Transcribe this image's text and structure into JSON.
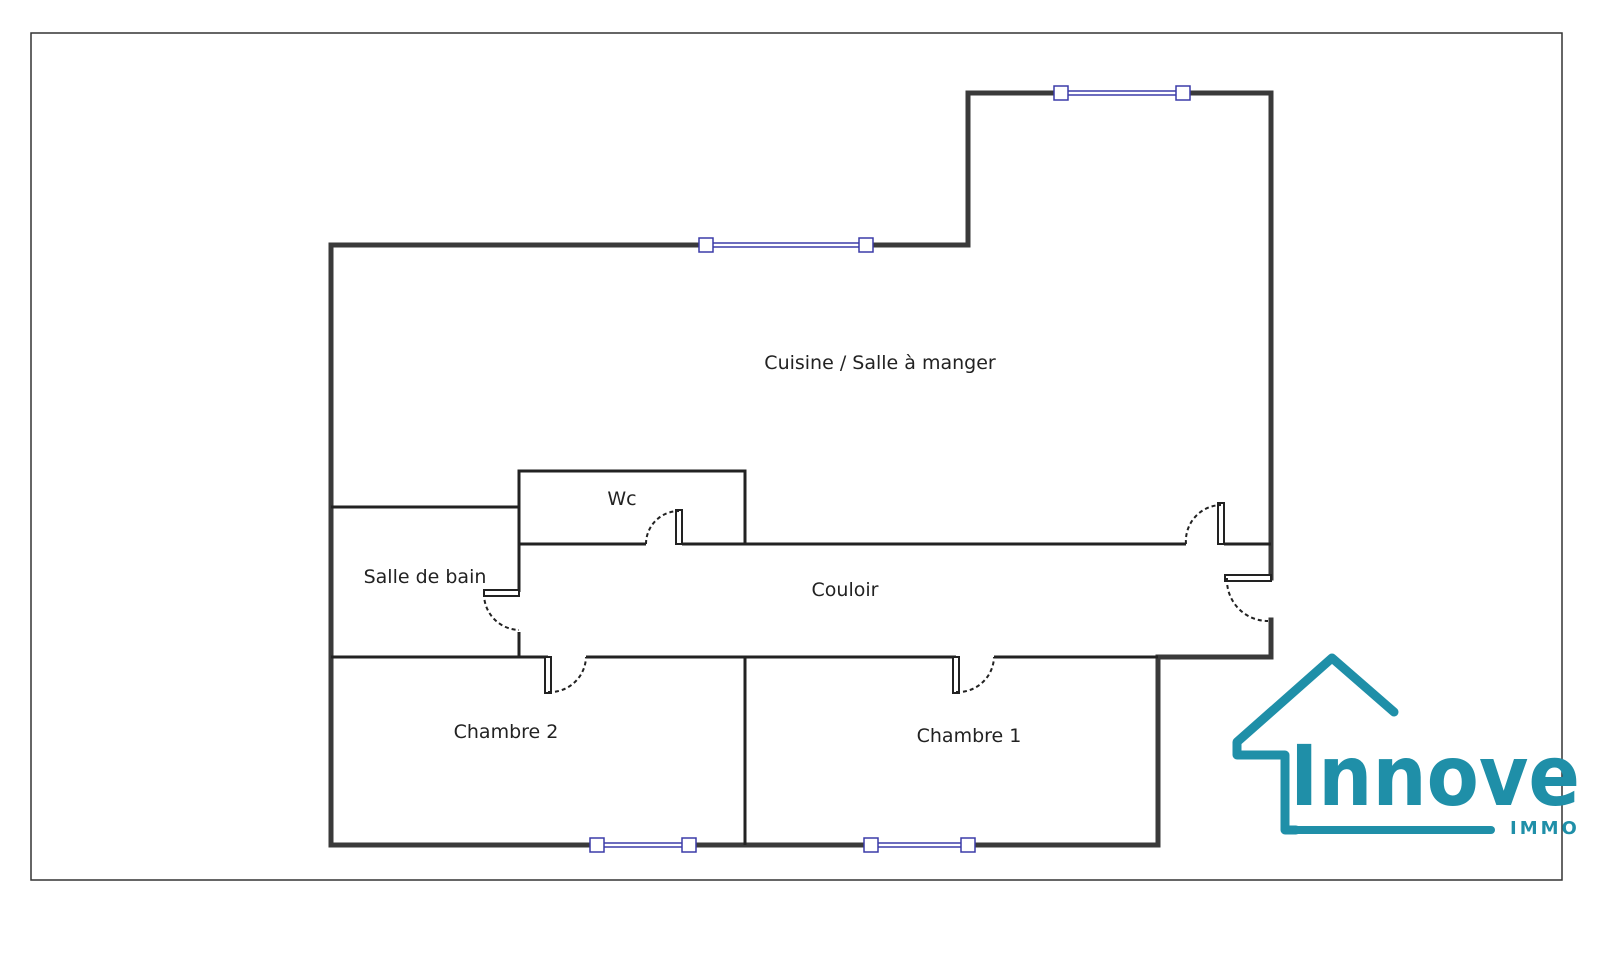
{
  "floor_plan": {
    "rooms": [
      {
        "id": "cuisine",
        "label": "Cuisine / Salle à manger"
      },
      {
        "id": "wc",
        "label": "Wc"
      },
      {
        "id": "salle-de-bain",
        "label": "Salle de bain"
      },
      {
        "id": "couloir",
        "label": "Couloir"
      },
      {
        "id": "chambre-2",
        "label": "Chambre 2"
      },
      {
        "id": "chambre-1",
        "label": "Chambre 1"
      }
    ],
    "colors": {
      "wall": "#3a3a3a",
      "window": "#3b3ba8",
      "frame": "#333333",
      "bottom_panel_fill": "#f0f0f0"
    }
  },
  "logo": {
    "brand": "Innove",
    "sub": "IMMO",
    "color": "#1f8fa8"
  }
}
